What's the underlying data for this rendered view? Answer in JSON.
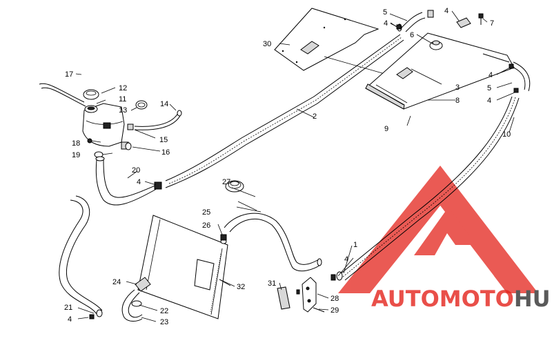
{
  "labels": {
    "l1": "1",
    "l2": "2",
    "l3": "3",
    "l4a": "4",
    "l4b": "4",
    "l4c": "4",
    "l4d": "4",
    "l4e": "4",
    "l4f": "4",
    "l4g": "4",
    "l5a": "5",
    "l5b": "5",
    "l6": "6",
    "l7": "7",
    "l8": "8",
    "l9": "9",
    "l10": "10",
    "l11": "11",
    "l12": "12",
    "l13": "13",
    "l14": "14",
    "l15": "15",
    "l16": "16",
    "l17": "17",
    "l18": "18",
    "l19": "19",
    "l20": "20",
    "l21": "21",
    "l22": "22",
    "l23": "23",
    "l24": "24",
    "l25": "25",
    "l26": "26",
    "l27": "27",
    "l28": "28",
    "l29": "29",
    "l30": "30",
    "l31": "31",
    "l32": "32"
  },
  "watermark": {
    "part1": "AUTO",
    "part2": "MOTO",
    "part3": "HUB"
  },
  "colors": {
    "watermark_red": "#e4231b",
    "watermark_gray": "#5a5a5a",
    "line": "#000000"
  }
}
